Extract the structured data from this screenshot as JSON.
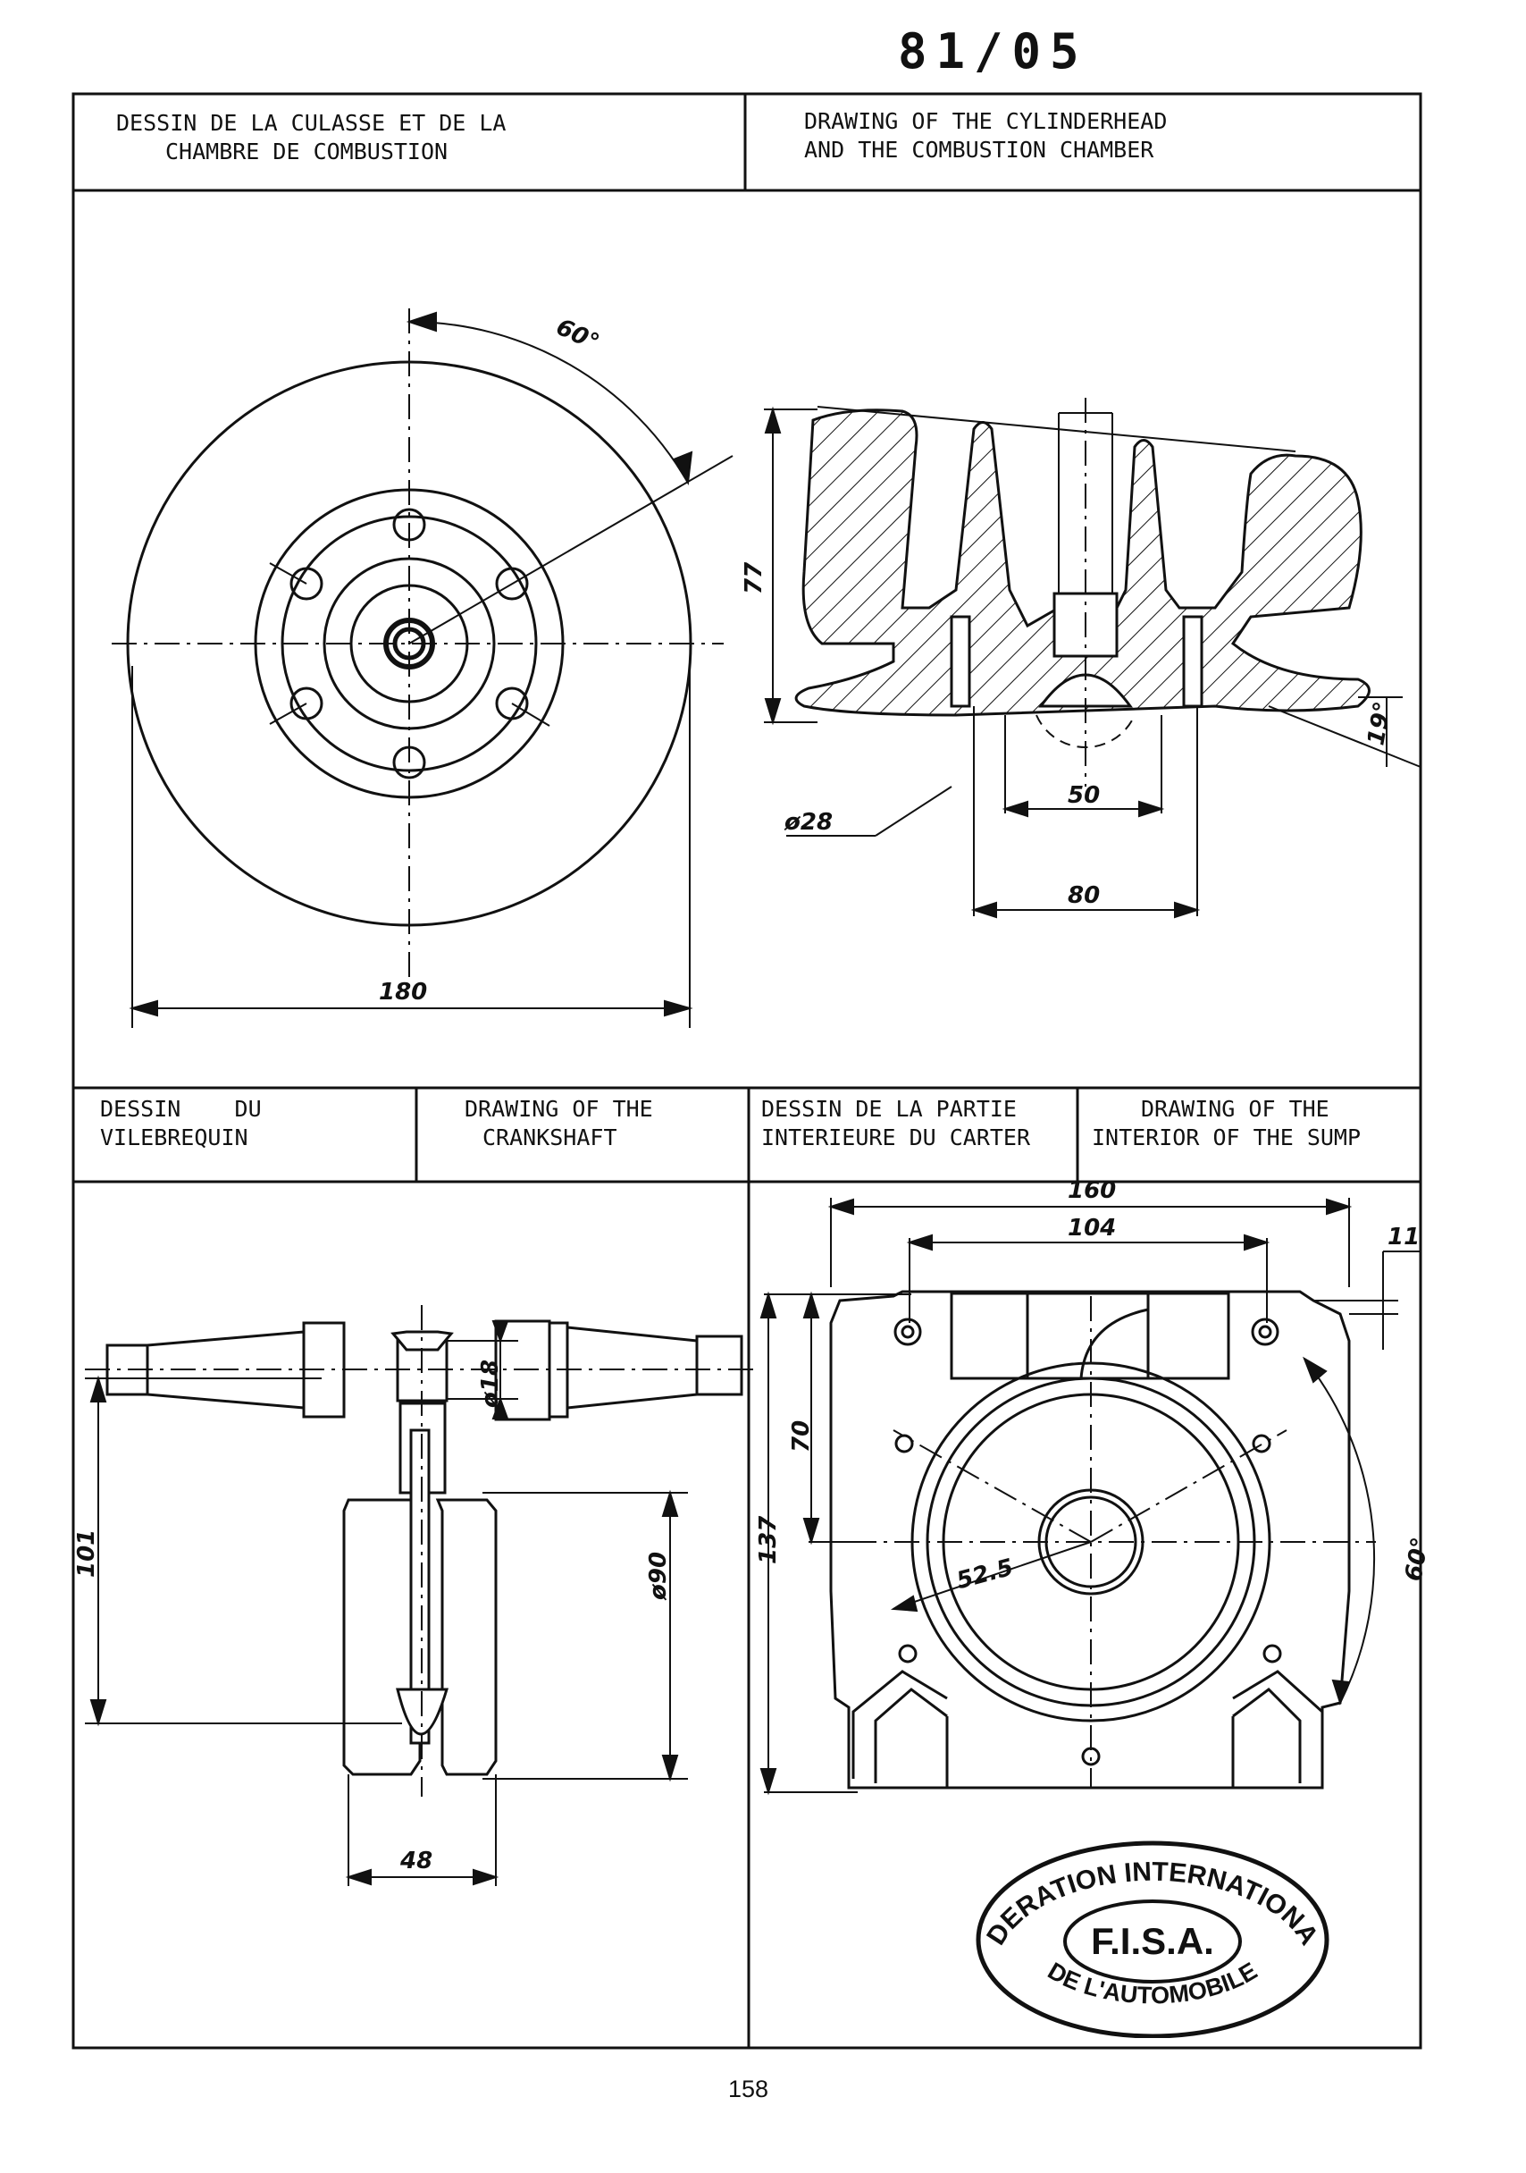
{
  "sheet": {
    "reference": "81/05",
    "page_number": "158"
  },
  "cylinder_head": {
    "title_fr": [
      "DESSIN DE LA CULASSE ET DE LA",
      "CHAMBRE DE COMBUSTION"
    ],
    "title_en": [
      "DRAWING OF THE CYLINDERHEAD",
      "AND THE COMBUSTION CHAMBER"
    ],
    "dims": {
      "angle": "60°",
      "diameter": "180",
      "height": "77",
      "fin_angle": "19°",
      "bore": "ø28",
      "d1": "50",
      "d2": "80"
    }
  },
  "crankshaft": {
    "title_fr": [
      "DESSIN    DU",
      "VILEBREQUIN"
    ],
    "title_en": [
      "DRAWING OF THE",
      "CRANKSHAFT"
    ],
    "dims": {
      "pin": "ø18",
      "length": "101",
      "web": "ø90",
      "width": "48"
    }
  },
  "sump": {
    "title_fr": [
      "DESSIN DE LA PARTIE",
      "INTERIEURE DU CARTER"
    ],
    "title_en": [
      "DRAWING OF THE",
      "INTERIOR OF THE SUMP"
    ],
    "dims": {
      "w_outer": "160",
      "w_inner": "104",
      "offset": "11",
      "h_mid": "70",
      "h_total": "137",
      "radius": "52.5",
      "angle": "60°"
    }
  },
  "stamp": {
    "ring_top": "FEDERATION INTERNATIONALE",
    "ring_bottom": "DE L'AUTOMOBILE",
    "center": "F.I.S.A."
  }
}
